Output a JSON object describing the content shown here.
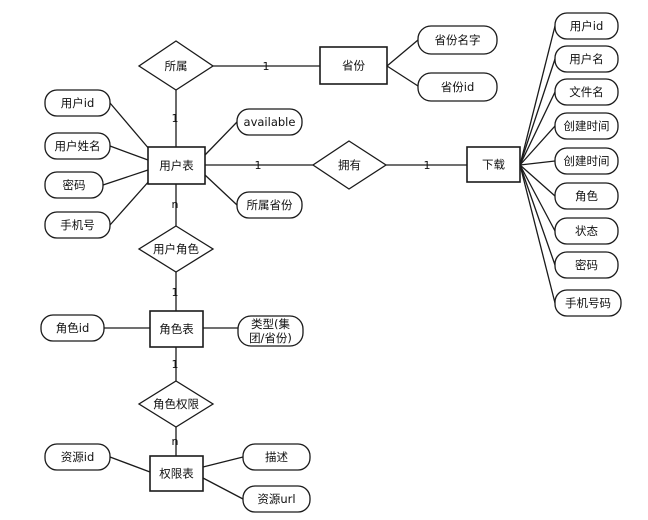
{
  "entities": [
    {
      "id": "user",
      "label": "用户表"
    },
    {
      "id": "province",
      "label": "省份"
    },
    {
      "id": "download",
      "label": "下载"
    },
    {
      "id": "role",
      "label": "角色表"
    },
    {
      "id": "perm",
      "label": "权限表"
    }
  ],
  "relationships": [
    {
      "id": "belongs",
      "label": "所属"
    },
    {
      "id": "owns",
      "label": "拥有"
    },
    {
      "id": "user_role",
      "label": "用户角色"
    },
    {
      "id": "role_perm",
      "label": "角色权限"
    }
  ],
  "attributes": [
    {
      "id": "prov_name",
      "label": "省份名字"
    },
    {
      "id": "prov_id",
      "label": "省份id"
    },
    {
      "id": "u_id",
      "label": "用户id"
    },
    {
      "id": "u_name",
      "label": "用户姓名"
    },
    {
      "id": "u_pwd",
      "label": "密码"
    },
    {
      "id": "u_phone",
      "label": "手机号"
    },
    {
      "id": "u_avail",
      "label": "available"
    },
    {
      "id": "u_prov",
      "label": "所属省份"
    },
    {
      "id": "d_uid",
      "label": "用户id"
    },
    {
      "id": "d_uname",
      "label": "用户名"
    },
    {
      "id": "d_file",
      "label": "文件名"
    },
    {
      "id": "d_ct1",
      "label": "创建时间"
    },
    {
      "id": "d_ct2",
      "label": "创建时间"
    },
    {
      "id": "d_role",
      "label": "角色"
    },
    {
      "id": "d_status",
      "label": "状态"
    },
    {
      "id": "d_pwd",
      "label": "密码"
    },
    {
      "id": "d_phone",
      "label": "手机号码"
    },
    {
      "id": "r_id",
      "label": "角色id"
    },
    {
      "id": "r_type",
      "label": [
        "类型(集",
        "团/省份)"
      ]
    },
    {
      "id": "p_id",
      "label": "资源id"
    },
    {
      "id": "p_desc",
      "label": "描述"
    },
    {
      "id": "p_url",
      "label": "资源url"
    }
  ],
  "cardinalities": [
    {
      "id": "c_belongs_prov",
      "label": "1"
    },
    {
      "id": "c_belongs_user",
      "label": "1"
    },
    {
      "id": "c_owns_user",
      "label": "1"
    },
    {
      "id": "c_owns_dl",
      "label": "1"
    },
    {
      "id": "c_ur_user",
      "label": "n"
    },
    {
      "id": "c_ur_role",
      "label": "1"
    },
    {
      "id": "c_rp_role",
      "label": "1"
    },
    {
      "id": "c_rp_perm",
      "label": "n"
    }
  ]
}
